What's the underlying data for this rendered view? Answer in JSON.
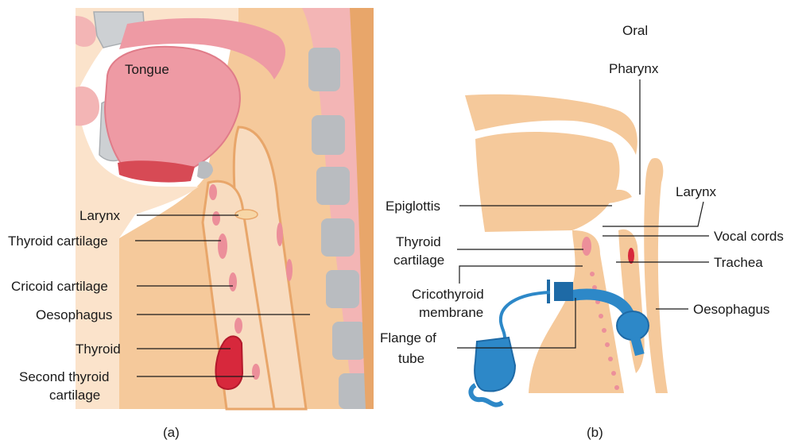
{
  "panel_a": {
    "labels": {
      "tongue": "Tongue",
      "larynx": "Larynx",
      "thyroid_cartilage": "Thyroid cartilage",
      "cricoid_cartilage": "Cricoid cartilage",
      "oesophagus": "Oesophagus",
      "thyroid": "Thyroid",
      "second_thyroid_line1": "Second thyroid",
      "second_thyroid_line2": "cartilage"
    },
    "caption": "(a)"
  },
  "panel_b": {
    "labels": {
      "oral_line1": "Oral",
      "oral_line2": "Pharynx",
      "larynx": "Larynx",
      "epiglottis": "Epiglottis",
      "vocal_cords": "Vocal cords",
      "thyroid_line1": "Thyroid",
      "thyroid_line2": "cartilage",
      "trachea": "Trachea",
      "cricothyroid_line1": "Cricothyroid",
      "cricothyroid_line2": "membrane",
      "oesophagus": "Oesophagus",
      "flange_line1": "Flange of",
      "flange_line2": "tube"
    },
    "caption": "(b)"
  },
  "colors": {
    "skin": "#f5c99b",
    "skin_dark": "#e8a66a",
    "tongue": "#ee9aa4",
    "mucosa": "#f3b5b5",
    "cartilage": "#ec8f9a",
    "bone": "#b9bcc0",
    "thyroid": "#d7283c",
    "tube": "#2d88c8"
  }
}
